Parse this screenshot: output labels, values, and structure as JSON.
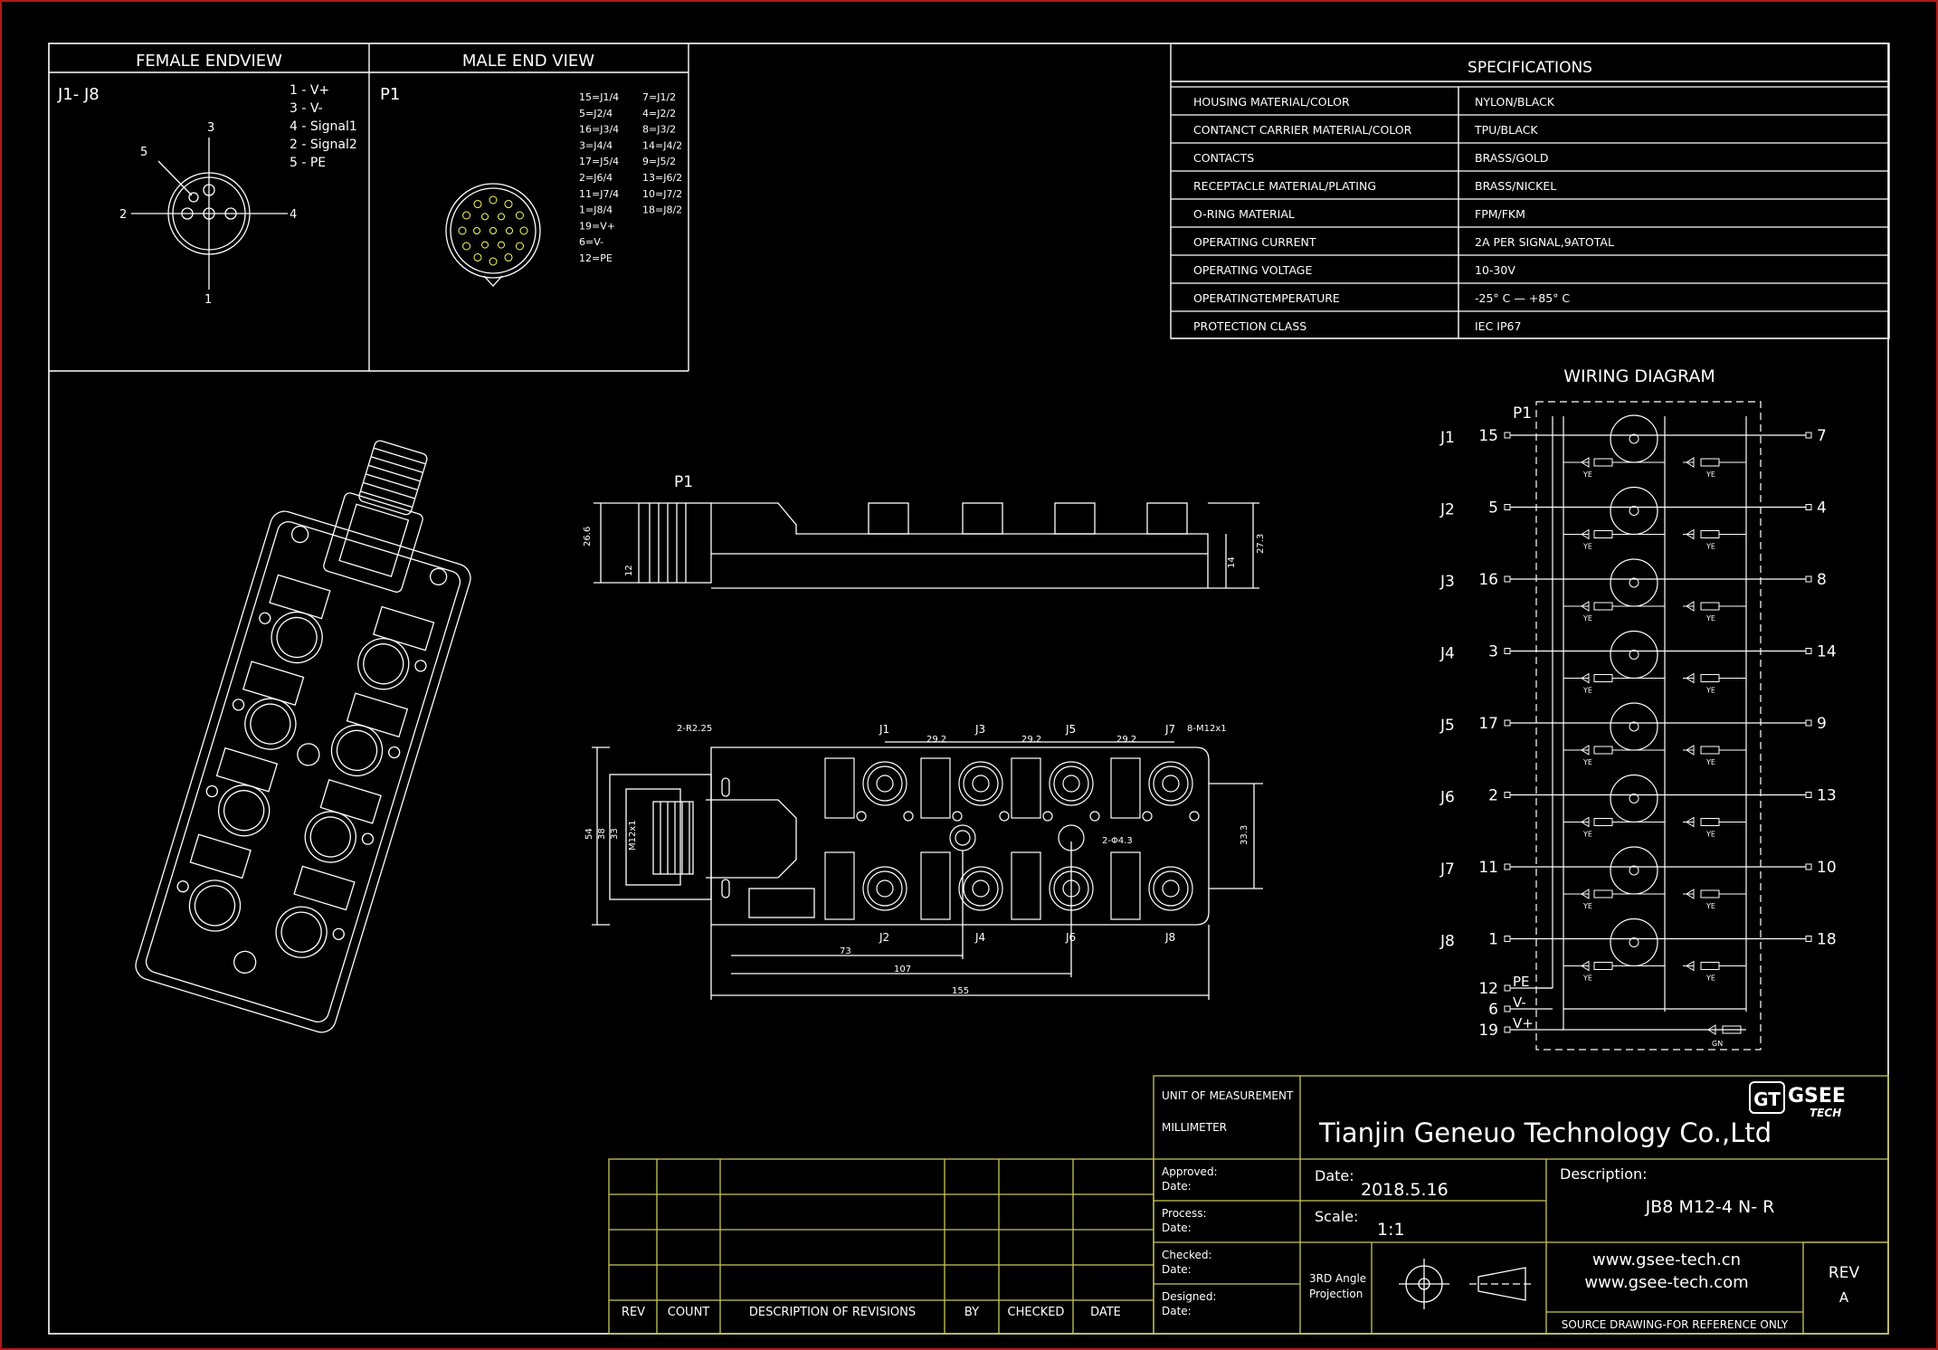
{
  "colors": {
    "line": "#ffffff",
    "accent": "#ffff66",
    "frame": "#b01a1a",
    "bg": "#000000"
  },
  "female_view": {
    "title": "FEMALE ENDVIEW",
    "label": "J1- J8",
    "pinout": [
      "1 - V+",
      "3 - V-",
      "4 - Signal1",
      "2 - Signal2",
      "5 - PE"
    ],
    "pin_numbers": [
      "3",
      "5",
      "2",
      "4",
      "1"
    ]
  },
  "male_view": {
    "title": "MALE END VIEW",
    "label": "P1",
    "map_left": [
      "15=J1/4",
      "5=J2/4",
      "16=J3/4",
      "3=J4/4",
      "17=J5/4",
      "2=J6/4",
      "11=J7/4",
      "1=J8/4",
      "19=V+",
      "6=V-",
      "12=PE"
    ],
    "map_right": [
      "7=J1/2",
      "4=J2/2",
      "8=J3/2",
      "14=J4/2",
      "9=J5/2",
      "13=J6/2",
      "10=J7/2",
      "18=J8/2"
    ]
  },
  "specifications": {
    "title": "SPECIFICATIONS",
    "rows": [
      {
        "key": "HOUSING MATERIAL/COLOR",
        "value": "NYLON/BLACK"
      },
      {
        "key": "CONTANCT CARRIER MATERIAL/COLOR",
        "value": "TPU/BLACK"
      },
      {
        "key": "CONTACTS",
        "value": "BRASS/GOLD"
      },
      {
        "key": "RECEPTACLE MATERIAL/PLATING",
        "value": "BRASS/NICKEL"
      },
      {
        "key": "O-RING MATERIAL",
        "value": "FPM/FKM"
      },
      {
        "key": "OPERATING CURRENT",
        "value": "2A PER SIGNAL,9ATOTAL"
      },
      {
        "key": "OPERATING VOLTAGE",
        "value": "10-30V"
      },
      {
        "key": "OPERATINGTEMPERATURE",
        "value": "-25° C — +85° C"
      },
      {
        "key": "PROTECTION CLASS",
        "value": "IEC IP67"
      }
    ]
  },
  "wiring": {
    "title": "WIRING   DIAGRAM",
    "p1": "P1",
    "rows": [
      {
        "j": "J1",
        "left": "15",
        "right": "7"
      },
      {
        "j": "J2",
        "left": "5",
        "right": "4"
      },
      {
        "j": "J3",
        "left": "16",
        "right": "8"
      },
      {
        "j": "J4",
        "left": "3",
        "right": "14"
      },
      {
        "j": "J5",
        "left": "17",
        "right": "9"
      },
      {
        "j": "J6",
        "left": "2",
        "right": "13"
      },
      {
        "j": "J7",
        "left": "11",
        "right": "10"
      },
      {
        "j": "J8",
        "left": "1",
        "right": "18"
      }
    ],
    "led_label": "YE",
    "bottom": [
      {
        "num": "12",
        "label": "PE"
      },
      {
        "num": "6",
        "label": "V-"
      },
      {
        "num": "19",
        "label": "V+"
      }
    ],
    "gn_label": "GN"
  },
  "side_view": {
    "label": "P1",
    "dims": [
      "26.6",
      "12",
      "14",
      "27.3"
    ]
  },
  "top_view": {
    "top_labels": [
      "J1",
      "J3",
      "J5",
      "J7"
    ],
    "bottom_labels": [
      "J2",
      "J4",
      "J6",
      "J8"
    ],
    "pitch": [
      "29.2",
      "29.2",
      "29.2"
    ],
    "callouts": [
      "2-R2.25",
      "8-M12x1",
      "2-Φ4.3"
    ],
    "dims_left": [
      "54",
      "38",
      "33",
      "M12x1"
    ],
    "dim_right": "33.3",
    "dims_bottom": [
      "73",
      "107",
      "155"
    ]
  },
  "title_block": {
    "unit_label": "UNIT OF MEASUREMENT",
    "unit": "MILLIMETER",
    "company": "Tianjin Geneuo Technology Co.,Ltd",
    "logo_left": "GT",
    "logo_main": "GSEE",
    "logo_sub": "TECH",
    "approved": "Approved:",
    "process": "Process:",
    "checked": "Checked:",
    "designed": "Designed:",
    "date_small": "Date:",
    "date_label": "Date:",
    "date_value": "2018.5.16",
    "scale_label": "Scale:",
    "scale_value": "1:1",
    "desc_label": "Description:",
    "desc_value": "JB8 M12-4 N- R",
    "projection": [
      "3RD Angle",
      "Projection"
    ],
    "web1": "www.gsee-tech.cn",
    "web2": "www.gsee-tech.com",
    "rev_label": "REV",
    "rev_value": "A",
    "source": "SOURCE DRAWING-FOR REFERENCE ONLY"
  },
  "revisions": {
    "headers": [
      "REV",
      "COUNT",
      "DESCRIPTION  OF  REVISIONS",
      "BY",
      "CHECKED",
      "DATE"
    ]
  }
}
